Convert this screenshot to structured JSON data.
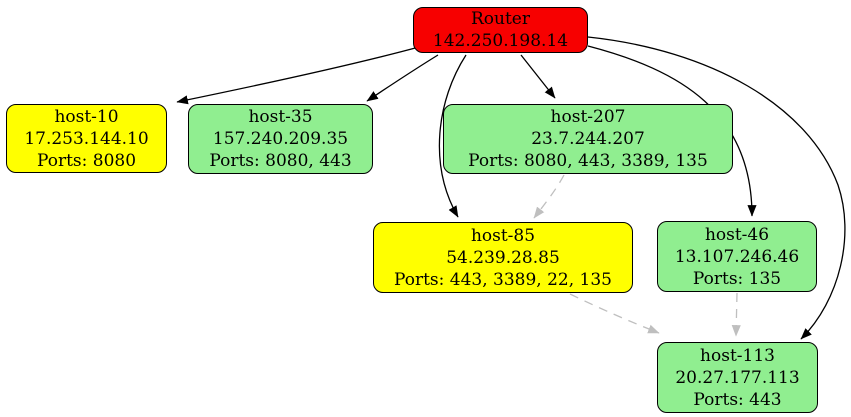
{
  "diagram": {
    "type": "network-topology-graph",
    "nodes": [
      {
        "id": "router",
        "label": "Router",
        "ip": "142.250.198.14",
        "fill": "#f70000"
      },
      {
        "id": "host-10",
        "label": "host-10",
        "ip": "17.253.144.10",
        "ports": "Ports: 8080",
        "fill": "#ffff00"
      },
      {
        "id": "host-35",
        "label": "host-35",
        "ip": "157.240.209.35",
        "ports": "Ports: 8080, 443",
        "fill": "#90ee90"
      },
      {
        "id": "host-207",
        "label": "host-207",
        "ip": "23.7.244.207",
        "ports": "Ports: 8080, 443, 3389, 135",
        "fill": "#90ee90"
      },
      {
        "id": "host-85",
        "label": "host-85",
        "ip": "54.239.28.85",
        "ports": "Ports: 443, 3389, 22, 135",
        "fill": "#ffff00"
      },
      {
        "id": "host-46",
        "label": "host-46",
        "ip": "13.107.246.46",
        "ports": "Ports: 135",
        "fill": "#90ee90"
      },
      {
        "id": "host-113",
        "label": "host-113",
        "ip": "20.27.177.113",
        "ports": "Ports: 443",
        "fill": "#90ee90"
      }
    ],
    "edges": [
      {
        "from": "Router",
        "to": "host-10",
        "style": "solid"
      },
      {
        "from": "Router",
        "to": "host-35",
        "style": "solid"
      },
      {
        "from": "Router",
        "to": "host-207",
        "style": "solid"
      },
      {
        "from": "Router",
        "to": "host-85",
        "style": "solid"
      },
      {
        "from": "Router",
        "to": "host-46",
        "style": "solid"
      },
      {
        "from": "Router",
        "to": "host-113",
        "style": "solid"
      },
      {
        "from": "host-207",
        "to": "host-85",
        "style": "dashed"
      },
      {
        "from": "host-85",
        "to": "host-113",
        "style": "dashed"
      },
      {
        "from": "host-46",
        "to": "host-113",
        "style": "dashed"
      }
    ],
    "colors": {
      "background": "#ffffff",
      "node_border": "#000000",
      "solid_edge": "#000000",
      "dashed_edge": "#bfbfbf"
    }
  }
}
